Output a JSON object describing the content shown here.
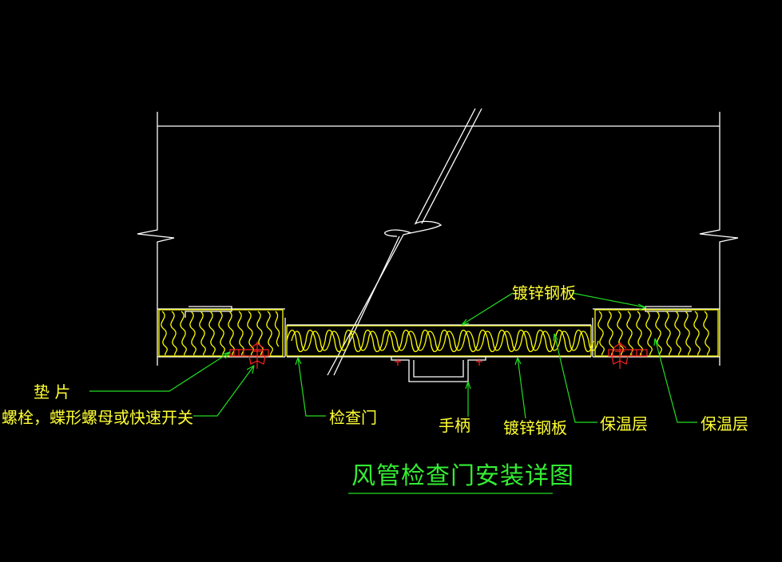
{
  "title": "风管检查门安装详图",
  "labels": {
    "gasket": "垫 片",
    "bolt": "螺栓，蝶形螺母或快速开关",
    "door": "检查门",
    "handle": "手柄",
    "galv_top": "镀锌钢板",
    "galv_bottom": "镀锌钢板",
    "insul_1": "保温层",
    "insul_2": "保温层"
  },
  "colors": {
    "background": "#000000",
    "outline": "#ffffff",
    "insulation": "#ffff00",
    "leader": "#22dd22",
    "fastener": "#ff2222",
    "label": "#ffff33"
  }
}
